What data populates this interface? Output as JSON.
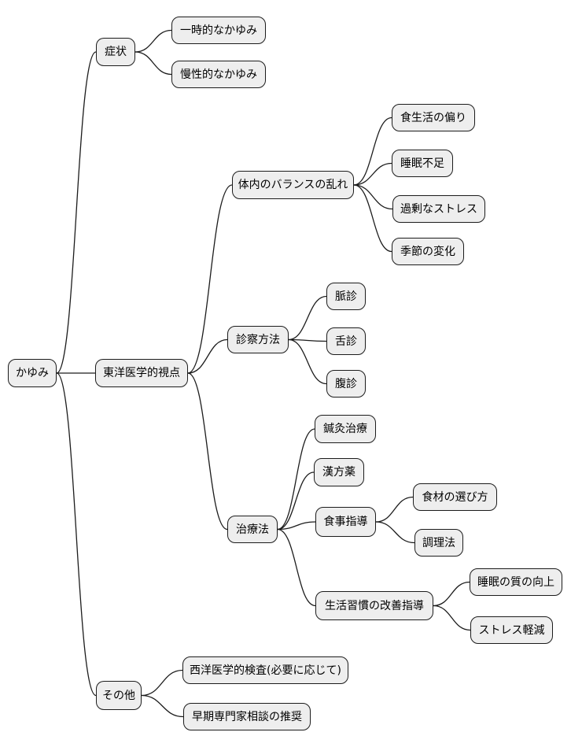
{
  "colors": {
    "background": "#ffffff",
    "node_fill": "#eeeeee",
    "node_border": "#1c1c1c",
    "connector": "#1c1c1c"
  },
  "mindmap": {
    "root": {
      "label": "かゆみ",
      "children": [
        {
          "label": "症状",
          "children": [
            {
              "label": "一時的なかゆみ"
            },
            {
              "label": "慢性的なかゆみ"
            }
          ]
        },
        {
          "label": "東洋医学的視点",
          "children": [
            {
              "label": "体内のバランスの乱れ",
              "children": [
                {
                  "label": "食生活の偏り"
                },
                {
                  "label": "睡眠不足"
                },
                {
                  "label": "過剰なストレス"
                },
                {
                  "label": "季節の変化"
                }
              ]
            },
            {
              "label": "診察方法",
              "children": [
                {
                  "label": "脈診"
                },
                {
                  "label": "舌診"
                },
                {
                  "label": "腹診"
                }
              ]
            },
            {
              "label": "治療法",
              "children": [
                {
                  "label": "鍼灸治療"
                },
                {
                  "label": "漢方薬"
                },
                {
                  "label": "食事指導",
                  "children": [
                    {
                      "label": "食材の選び方"
                    },
                    {
                      "label": "調理法"
                    }
                  ]
                },
                {
                  "label": "生活習慣の改善指導",
                  "children": [
                    {
                      "label": "睡眠の質の向上"
                    },
                    {
                      "label": "ストレス軽減"
                    }
                  ]
                }
              ]
            }
          ]
        },
        {
          "label": "その他",
          "children": [
            {
              "label": "西洋医学的検査(必要に応じて)"
            },
            {
              "label": "早期専門家相談の推奨"
            }
          ]
        }
      ]
    }
  }
}
